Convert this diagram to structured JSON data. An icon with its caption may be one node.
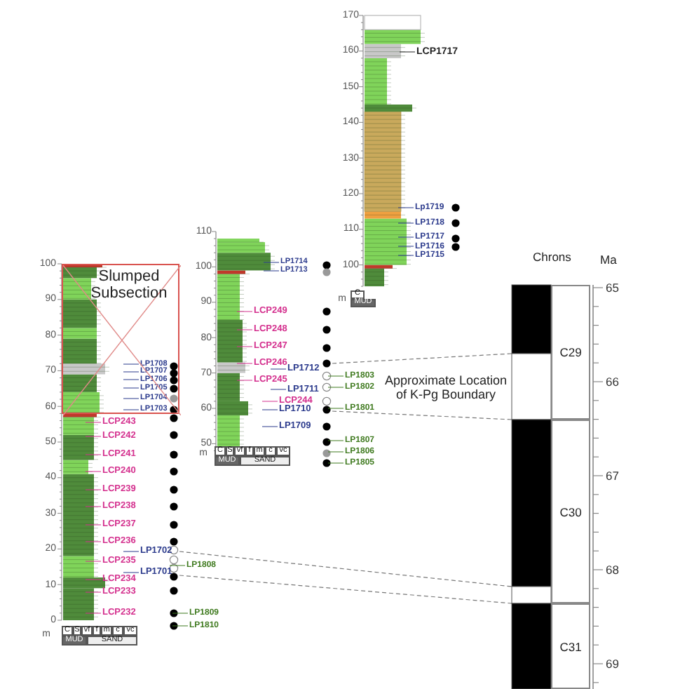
{
  "diagram": {
    "nodes": [
      {
        "text": [
          "Slumped Subsection"
        ]
      },
      {
        "text": [
          "C29"
        ]
      },
      {
        "text": [
          "C30"
        ]
      },
      {
        "text": [
          "C31"
        ]
      }
    ],
    "labels": [
      "170",
      "160",
      "150",
      "140",
      "130",
      "120",
      "110",
      "100",
      "m",
      "C",
      "MUD",
      "LCP1717",
      "Lp1719",
      "LP1718",
      "LP1717",
      "LP1716",
      "LP1715",
      "110",
      "100",
      "90",
      "80",
      "70",
      "60",
      "50",
      "m",
      "C",
      "S",
      "vf",
      "f",
      "m",
      "c",
      "vc",
      "MUD",
      "SAND",
      "LP1714",
      "LP1713",
      "LCP249",
      "LCP248",
      "LCP247",
      "LCP246",
      "LP1712",
      "LCP245",
      "LP1711",
      "LCP244",
      "LP1710",
      "LP1709",
      "LP1803",
      "LP1802",
      "LP1801",
      "LP1807",
      "LP1806",
      "LP1805",
      "100",
      "90",
      "80",
      "70",
      "60",
      "50",
      "40",
      "30",
      "20",
      "10",
      "0",
      "m",
      "C",
      "S",
      "vf",
      "f",
      "m",
      "c",
      "vc",
      "MUD",
      "SAND",
      "LP1708",
      "LP1707",
      "LP1706",
      "LP1705",
      "LP1704",
      "LP1703",
      "LCP243",
      "LCP242",
      "LCP241",
      "LCP240",
      "LCP239",
      "LCP238",
      "LCP237",
      "LCP236",
      "LP1702",
      "LCP235",
      "LP1701",
      "LCP234",
      "LCP233",
      "LCP232",
      "LP1808",
      "LP1809",
      "LP1810",
      "Chrons",
      "Ma",
      "65",
      "66",
      "67",
      "68",
      "69",
      "Approximate Location of K-Pg Boundary"
    ]
  }
}
